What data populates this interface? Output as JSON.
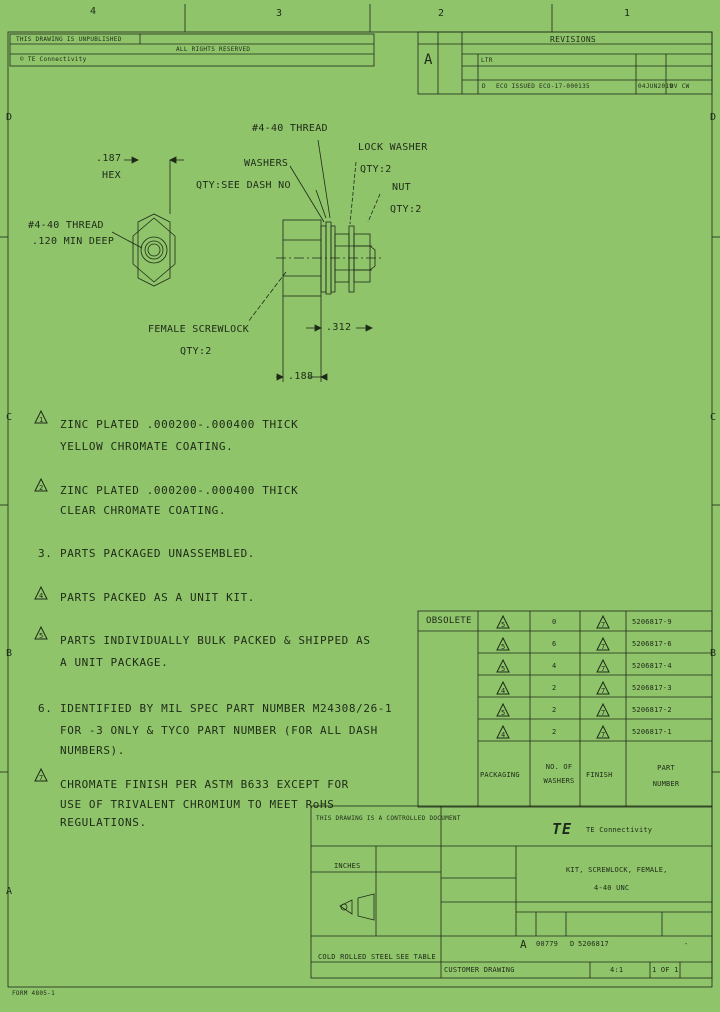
{
  "zones": {
    "top": [
      "4",
      "3",
      "2",
      "1"
    ],
    "left": [
      "D",
      "C",
      "B",
      "A"
    ],
    "right": [
      "D",
      "C",
      "B"
    ]
  },
  "revisions": {
    "header": "REVISIONS",
    "col_ltr": "LTR",
    "row_ltr": "D",
    "row_desc": "ECO ISSUED ECO-17-000135",
    "row_date": "04JUN2019",
    "row_by": "DV CW"
  },
  "top_left_block": {
    "line1": "THIS DRAWING IS UNPUBLISHED",
    "line2": "ALL RIGHTS RESERVED",
    "copyright": "© TE Connectivity"
  },
  "drawing": {
    "hex_dim": ".187",
    "hex_label": "HEX",
    "thread_note_l1": "#4-40 THREAD",
    "thread_note_l2": ".120 MIN DEEP",
    "top_thread": "#4-40 THREAD",
    "washers_l1": "WASHERS",
    "washers_l2": "QTY:SEE DASH NO",
    "lockwasher_l1": "LOCK WASHER",
    "lockwasher_l2": "QTY:2",
    "nut_l1": "NUT",
    "nut_l2": "QTY:2",
    "screwlock_l1": "FEMALE SCREWLOCK",
    "screwlock_l2": "QTY:2",
    "dim_312": ".312",
    "dim_188": ".188"
  },
  "notes": [
    {
      "num": "1",
      "flag": true,
      "l1": "ZINC PLATED .000200-.000400 THICK",
      "l2": "YELLOW CHROMATE COATING."
    },
    {
      "num": "2",
      "flag": true,
      "l1": "ZINC PLATED .000200-.000400 THICK",
      "l2": "CLEAR CHROMATE COATING."
    },
    {
      "num": "3.",
      "flag": false,
      "l1": "PARTS PACKAGED UNASSEMBLED.",
      "l2": ""
    },
    {
      "num": "4",
      "flag": true,
      "l1": "PARTS PACKED AS A UNIT KIT.",
      "l2": ""
    },
    {
      "num": "5",
      "flag": true,
      "l1": "PARTS INDIVIDUALLY BULK PACKED & SHIPPED AS",
      "l2": "A UNIT PACKAGE."
    },
    {
      "num": "6.",
      "flag": false,
      "l1": "IDENTIFIED BY MIL SPEC PART NUMBER M24308/26-1",
      "l2": "FOR -3 ONLY & TYCO PART NUMBER (FOR ALL DASH",
      "l3": "NUMBERS)."
    },
    {
      "num": "7",
      "flag": true,
      "l1": "CHROMATE FINISH PER ASTM B633 EXCEPT FOR",
      "l2": "USE OF TRIVALENT CHROMIUM TO MEET RoHS",
      "l3": "REGULATIONS."
    }
  ],
  "table": {
    "obsolete": "OBSOLETE",
    "headers": [
      "PACKAGING",
      "NO. OF WASHERS",
      "FINISH",
      "PART NUMBER"
    ],
    "rows": [
      {
        "pkg": "5",
        "washers": "0",
        "finish": "7",
        "pn": "5206817-9"
      },
      {
        "pkg": "5",
        "washers": "6",
        "finish": "7",
        "pn": "5206817-6"
      },
      {
        "pkg": "5",
        "washers": "4",
        "finish": "7",
        "pn": "5206817-4"
      },
      {
        "pkg": "4",
        "washers": "2",
        "finish": "7",
        "pn": "5206817-3"
      },
      {
        "pkg": "5",
        "washers": "2",
        "finish": "7",
        "pn": "5206817-2"
      },
      {
        "pkg": "4",
        "washers": "2",
        "finish": "7",
        "pn": "5206817-1"
      }
    ]
  },
  "title_block": {
    "controlled": "THIS DRAWING IS A CONTROLLED DOCUMENT",
    "company": "TE Connectivity",
    "logo": "TE",
    "title_l1": "KIT, SCREWLOCK, FEMALE,",
    "title_l2": "4-40 UNC",
    "dwg_no": "5206817",
    "size": "A",
    "cage": "00779",
    "rev": "D",
    "material": "COLD ROLLED STEEL",
    "finish": "SEE TABLE",
    "customer_drawing": "CUSTOMER DRAWING",
    "scale": "4:1",
    "sheet": "1 OF 1",
    "dim_label": "INCHES",
    "dash": "-"
  },
  "form_id": "FORM 4805-1"
}
